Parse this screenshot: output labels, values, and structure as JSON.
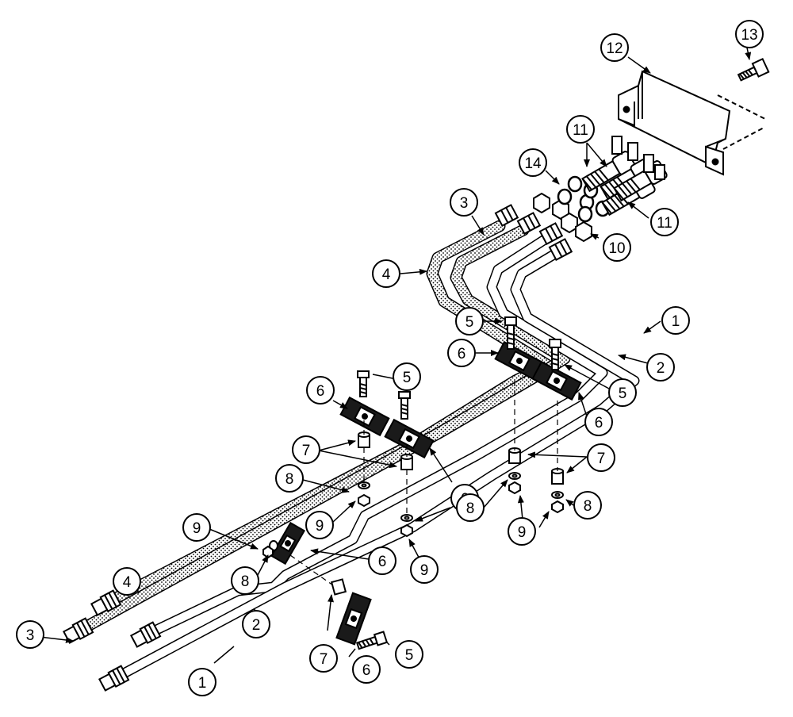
{
  "colors": {
    "ink": "#000000",
    "paper": "#ffffff",
    "hose_fill": "#c8c8c8",
    "clamp_fill": "#1a1a1a"
  },
  "callouts": [
    {
      "id": "c1a",
      "label": "1"
    },
    {
      "id": "c1b",
      "label": "1"
    },
    {
      "id": "c2a",
      "label": "2"
    },
    {
      "id": "c2b",
      "label": "2"
    },
    {
      "id": "c3a",
      "label": "3"
    },
    {
      "id": "c3b",
      "label": "3"
    },
    {
      "id": "c4a",
      "label": "4"
    },
    {
      "id": "c4b",
      "label": "4"
    },
    {
      "id": "c5a",
      "label": "5"
    },
    {
      "id": "c5b",
      "label": "5"
    },
    {
      "id": "c5c",
      "label": "5"
    },
    {
      "id": "c5d",
      "label": "5"
    },
    {
      "id": "c6a",
      "label": "6"
    },
    {
      "id": "c6b",
      "label": "6"
    },
    {
      "id": "c6c",
      "label": "6"
    },
    {
      "id": "c6d",
      "label": "6"
    },
    {
      "id": "c6e",
      "label": "6"
    },
    {
      "id": "c6f",
      "label": "6"
    },
    {
      "id": "c7a",
      "label": "7"
    },
    {
      "id": "c7b",
      "label": "7"
    },
    {
      "id": "c7c",
      "label": "7"
    },
    {
      "id": "c8a",
      "label": "8"
    },
    {
      "id": "c8b",
      "label": "8"
    },
    {
      "id": "c8c",
      "label": "8"
    },
    {
      "id": "c8d",
      "label": "8"
    },
    {
      "id": "c9a",
      "label": "9"
    },
    {
      "id": "c9b",
      "label": "9"
    },
    {
      "id": "c9c",
      "label": "9"
    },
    {
      "id": "c9d",
      "label": "9"
    },
    {
      "id": "c10",
      "label": "10"
    },
    {
      "id": "c11a",
      "label": "11"
    },
    {
      "id": "c11b",
      "label": "11"
    },
    {
      "id": "c12",
      "label": "12"
    },
    {
      "id": "c13",
      "label": "13"
    },
    {
      "id": "c14",
      "label": "14"
    }
  ]
}
